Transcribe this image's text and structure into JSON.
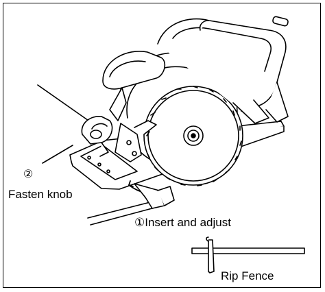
{
  "labels": {
    "marker2": "②",
    "fasten_knob": "Fasten knob",
    "insert_adjust": "①Insert and adjust",
    "rip_fence": "Rip Fence"
  }
}
